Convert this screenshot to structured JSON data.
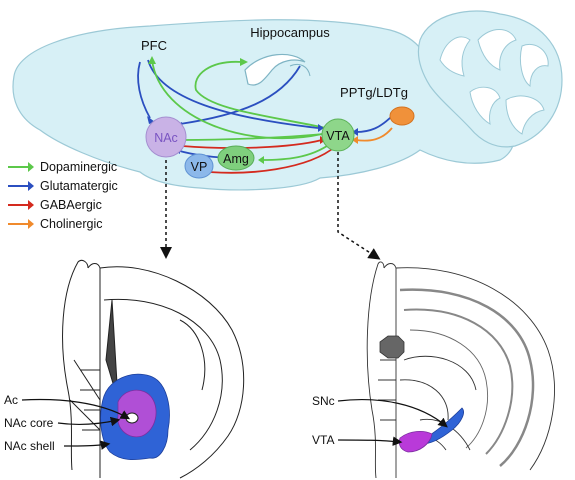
{
  "regions": {
    "pfc": "PFC",
    "hippocampus": "Hippocampus",
    "pptg": "PPTg/LDTg",
    "nac": "NAc",
    "vta": "VTA",
    "vp": "VP",
    "amg": "Amg"
  },
  "legend": [
    {
      "label": "Dopaminergic",
      "color": "#5cc84a"
    },
    {
      "label": "Glutamatergic",
      "color": "#2b4fc0"
    },
    {
      "label": "GABAergic",
      "color": "#d42a1e"
    },
    {
      "label": "Cholinergic",
      "color": "#f08a2c"
    }
  ],
  "left_section": {
    "labels": {
      "ac": "Ac",
      "core": "NAc core",
      "shell": "NAc shell"
    },
    "colors": {
      "shell": "#2f63d6",
      "core": "#b04fd6"
    }
  },
  "right_section": {
    "labels": {
      "snc": "SNc",
      "vta": "VTA"
    },
    "colors": {
      "snc": "#2f63d6",
      "vta": "#b93ad9"
    }
  },
  "colors": {
    "brain_fill": "#d7f0f6",
    "brain_stroke": "#9cc9d6",
    "nac_fill": "#c9b2e6",
    "vta_fill": "#8ed68a",
    "vp_fill": "#8cb8ea",
    "amg_fill": "#7fcf7d",
    "pptg_fill": "#f0913a"
  }
}
